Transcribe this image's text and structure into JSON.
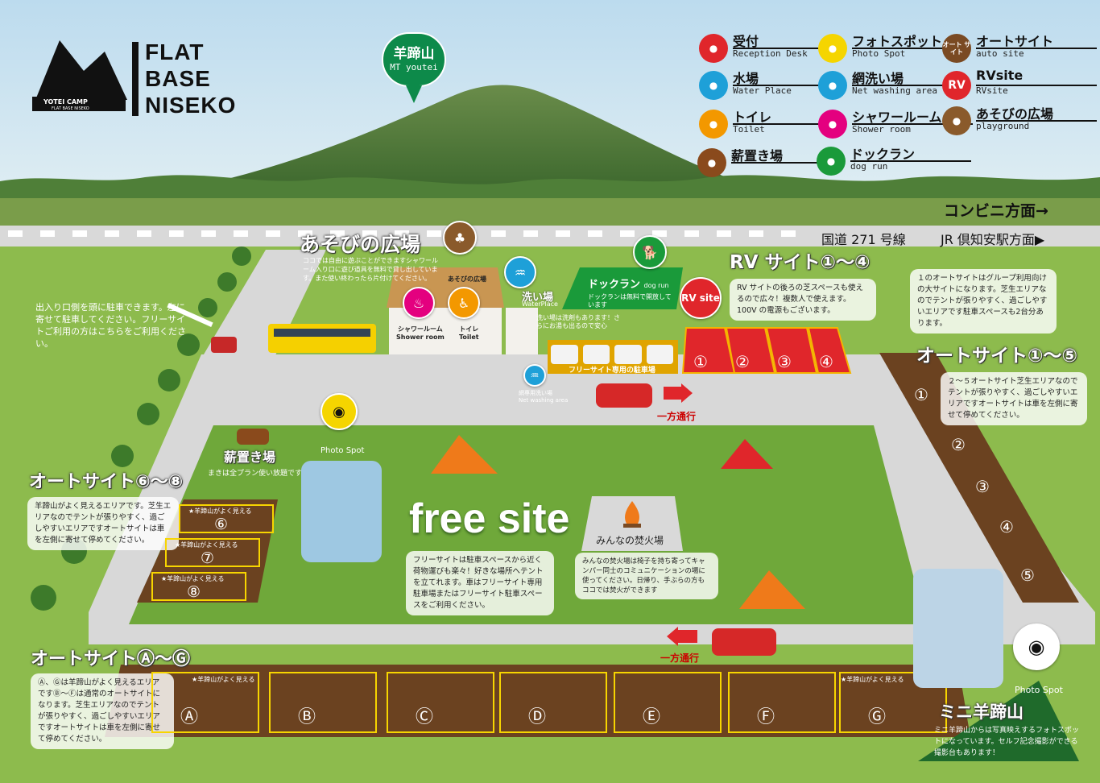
{
  "brand": {
    "line1": "FLAT",
    "line2": "BASE",
    "line3": "NISEKO",
    "logo_text": "YOTEI CAMP",
    "logo_sub": "FLAT BASE NISEKO"
  },
  "mountain_pin": {
    "jp": "羊蹄山",
    "en": "MT youtei"
  },
  "legend": [
    {
      "jp": "受付",
      "en": "Reception Desk",
      "icon": "reception-icon",
      "color": "#e0262b"
    },
    {
      "jp": "フォトスポット",
      "en": "Photo Spot",
      "icon": "camera-icon",
      "color": "#f5d500"
    },
    {
      "jp": "オートサイト",
      "en": "auto site",
      "icon": "auto-site-icon",
      "color": "#7a4a23",
      "badge": "オート\nサイト"
    },
    {
      "jp": "水場",
      "en": "Water Place",
      "icon": "faucet-icon",
      "color": "#1ea0d8"
    },
    {
      "jp": "網洗い場",
      "en": "Net washing area",
      "icon": "shower-icon",
      "color": "#1ea0d8"
    },
    {
      "jp": "RVsite",
      "en": "RVsite",
      "icon": "rv-icon",
      "color": "#e0262b",
      "badge": "RV"
    },
    {
      "jp": "トイレ",
      "en": "Toilet",
      "icon": "toilet-icon",
      "color": "#f39800"
    },
    {
      "jp": "シャワールーム",
      "en": "Shower room",
      "icon": "shower-room-icon",
      "color": "#e4007f"
    },
    {
      "jp": "あそびの広場",
      "en": "playground",
      "icon": "playground-icon",
      "color": "#8a5a2b"
    },
    {
      "jp": "薪置き場",
      "en": "",
      "icon": "firewood-icon",
      "color": "#8a4a1c"
    },
    {
      "jp": "ドックラン",
      "en": "dog run",
      "icon": "dog-icon",
      "color": "#1a9a3a"
    }
  ],
  "road": {
    "direction_conv": "コンビニ方面→",
    "route": "国道 271 号線",
    "direction_station": "JR 倶知安駅方面▶"
  },
  "playground": {
    "title": "あそびの広場",
    "note": "ココでは自由に遊ぶことができますシャワールーム入り口に遊び道具を無料で貸し出しています。また使い終わったら片付けてください。",
    "roof_label": "あそびの広場"
  },
  "building": {
    "shower_jp": "シャワールーム",
    "shower_en": "Shower room",
    "toilet_jp": "トイレ",
    "toilet_en": "Toilet"
  },
  "water_place": {
    "jp": "洗い場",
    "en": "WaterPlace",
    "note": "洗い場は洗剤もあります！さらにお湯も出るので安心"
  },
  "net_wash": {
    "jp": "網専用洗い場",
    "en": "Net washing area"
  },
  "dogrun": {
    "jp": "ドックラン",
    "en": "dog run",
    "note": "ドックランは無料で開放しています"
  },
  "rv": {
    "title": "RV サイト①〜④",
    "pin": "RV site",
    "note": "RV サイトの後ろの芝スペースも使えるので広々！複数人で使えます。100V の電源もございます。",
    "nums": [
      "①",
      "②",
      "③",
      "④"
    ]
  },
  "free_parking": "フリーサイト専用の駐車場",
  "entrance_note": "出入り口側を頭に駐車できます。左に寄せて駐車してください。フリーサイトご利用の方はこちらをご利用ください。",
  "oneway": "一方通行",
  "auto_1_5": {
    "title": "オートサイト①〜⑤",
    "note_top": "１のオートサイトはグループ利用向けの大サイトになります。芝生エリアなのでテントが張りやすく、過ごしやすいエリアです駐車スペースも2台分あります。",
    "note": "２〜５オートサイト芝生エリアなのでテントが張りやすく、過ごしやすいエリアですオートサイトは車を左側に寄せて停めてください。",
    "nums": [
      "①",
      "②",
      "③",
      "④",
      "⑤"
    ]
  },
  "firewood": {
    "title": "薪置き場",
    "note": "まきは全プラン使い放題です"
  },
  "photo_spot_label": "Photo Spot",
  "free_site": {
    "title": "free site",
    "note": "フリーサイトは駐車スペースから近く荷物運びも楽々！好きな場所へテントを立てれます。車はフリーサイト専用駐車場またはフリーサイト駐車スペースをご利用ください。"
  },
  "bonfire": {
    "title": "みんなの焚火場",
    "note": "みんなの焚火場は椅子を持ち寄ってキャンパー同士のコミュニケーションの場に使ってください。日帰り、手ぶらの方もココでは焚火ができます"
  },
  "auto_6_8": {
    "title": "オートサイト⑥〜⑧",
    "note": "羊蹄山がよく見えるエリアです。芝生エリアなのでテントが張りやすく、過ごしやすいエリアですオートサイトは車を左側に寄せて停めてください。",
    "view": "★羊蹄山がよく見える",
    "nums": [
      "⑥",
      "⑦",
      "⑧"
    ]
  },
  "auto_a_g": {
    "title": "オートサイトⒶ〜Ⓖ",
    "note": "Ⓐ、Ⓖは羊蹄山がよく見えるエリアですⒷ〜Ⓕは通常のオートサイトになります。芝生エリアなのでテントが張りやすく、過ごしやすいエリアですオートサイトは車を左側に寄せて停めてください。",
    "view": "★羊蹄山がよく見える",
    "nums": [
      "Ⓐ",
      "Ⓑ",
      "Ⓒ",
      "Ⓓ",
      "Ⓔ",
      "Ⓕ",
      "Ⓖ"
    ]
  },
  "mini_yotei": {
    "title": "ミニ羊蹄山",
    "note": "ミニ羊蹄山からは写真映えするフォトスポットになっています。セルフ記念撮影ができる撮影台もあります！"
  },
  "colors": {
    "sky": "#cfe6f2",
    "grass": "#8dbb4d",
    "lawn": "#6fa83a",
    "road": "#d9d9d9",
    "plot": "#7a4a23",
    "plot_border": "#f7d500",
    "rv_red": "#e0262b"
  }
}
